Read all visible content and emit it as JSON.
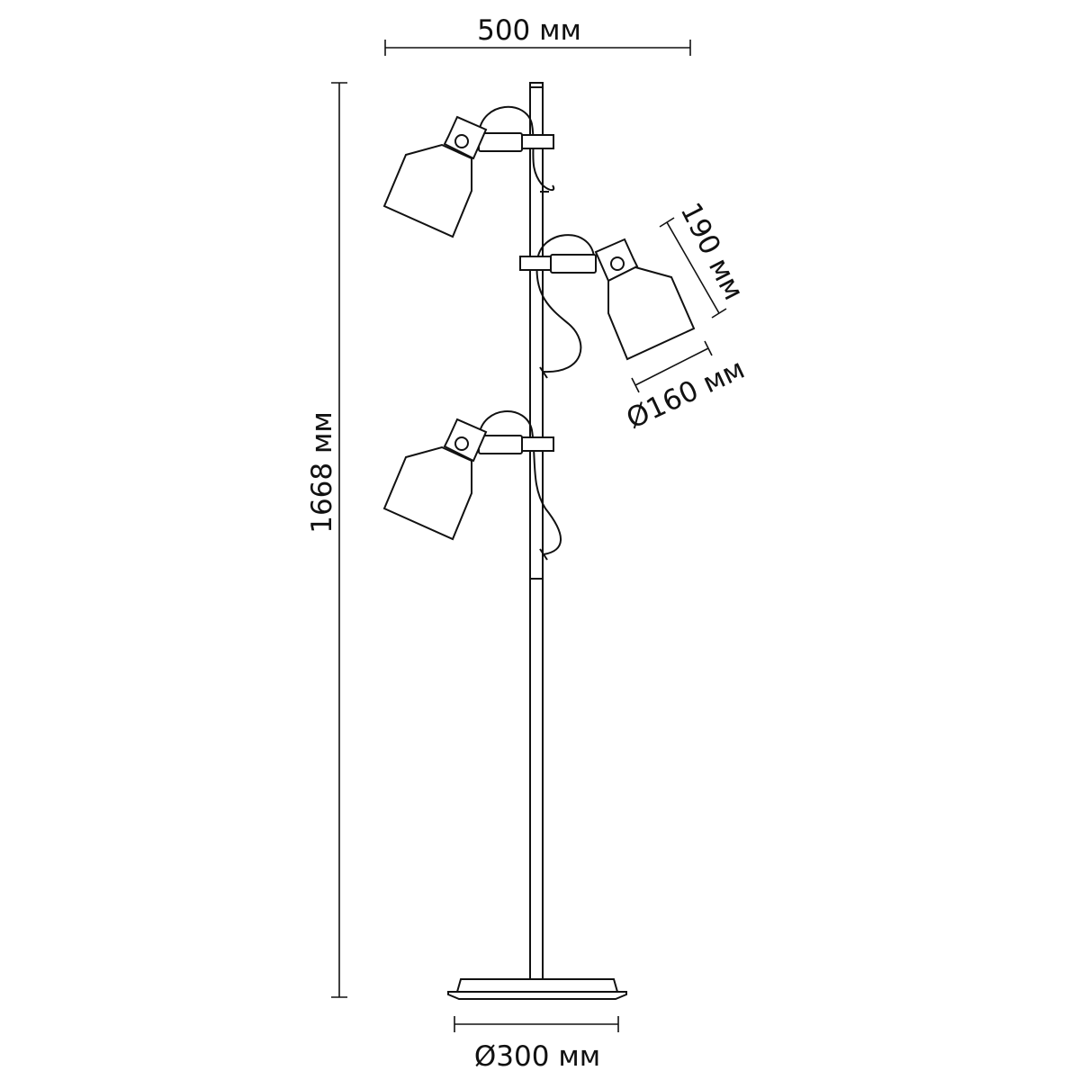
{
  "dimensions": {
    "width": "500 мм",
    "height": "1668 мм",
    "shade_height": "190 мм",
    "shade_diameter": "Ø160 мм",
    "base_diameter": "Ø300 мм"
  },
  "colors": {
    "ink": "#111111",
    "background": "#ffffff"
  }
}
